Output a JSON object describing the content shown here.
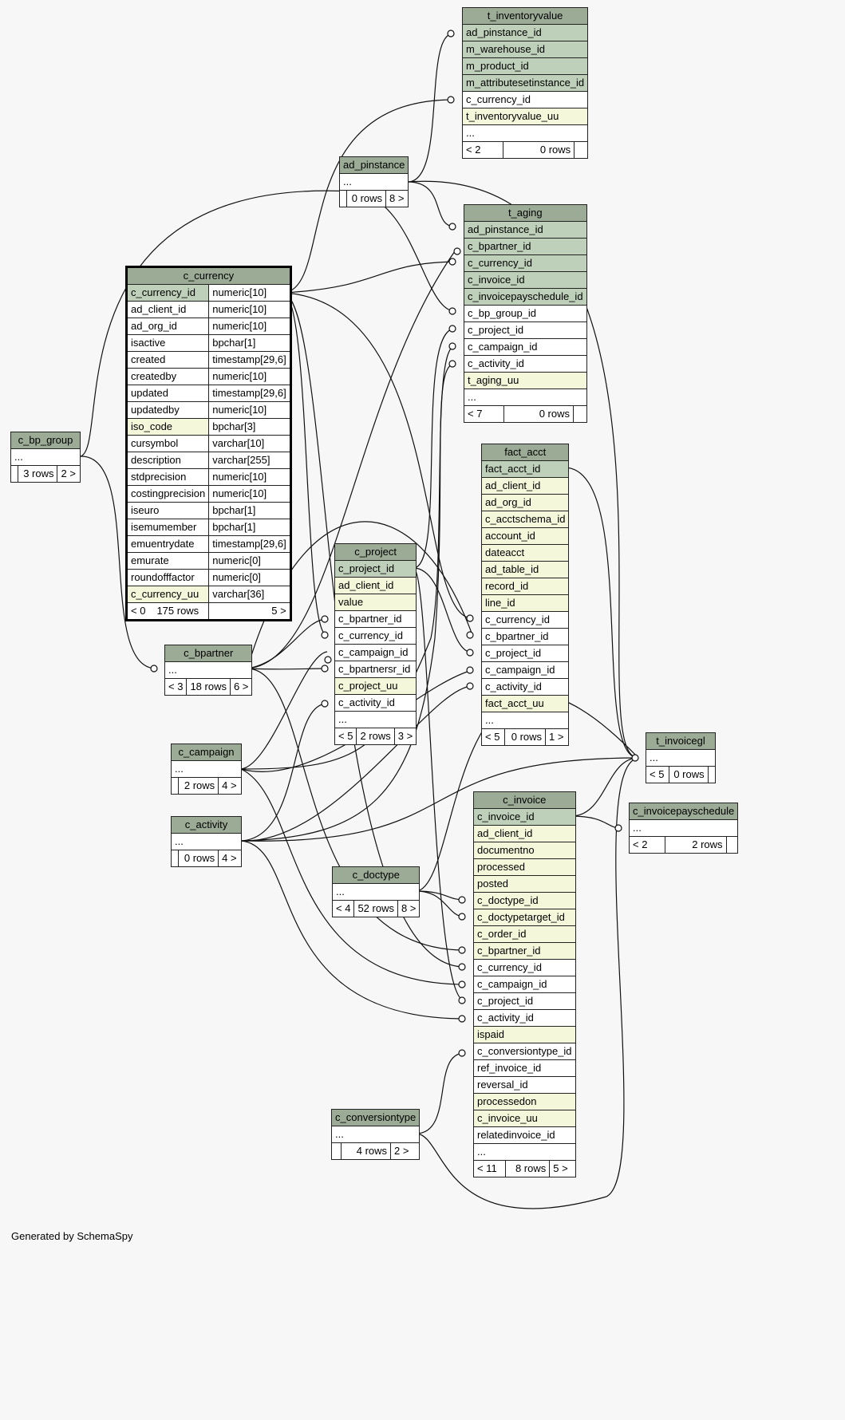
{
  "footer": "Generated by SchemaSpy",
  "colors": {
    "header": "#9bab96",
    "primary_key": "#bfd0ba",
    "indexed": "#f4f7da",
    "background": "#f7f7f7"
  },
  "tables": [
    {
      "id": "t_inventoryvalue",
      "name": "t_inventoryvalue",
      "columns": [
        [
          "ad_pinstance_id",
          "pk"
        ],
        [
          "m_warehouse_id",
          "pk"
        ],
        [
          "m_product_id",
          "pk"
        ],
        [
          "m_attributesetinstance_id",
          "pk"
        ],
        [
          "c_currency_id",
          ""
        ],
        [
          "t_inventoryvalue_uu",
          "idx"
        ],
        [
          "...",
          ""
        ]
      ],
      "footer": [
        "< 2",
        "0 rows",
        ""
      ]
    },
    {
      "id": "ad_pinstance",
      "name": "ad_pinstance",
      "columns": [
        [
          "...",
          ""
        ]
      ],
      "footer": [
        "",
        "0 rows",
        "8 >"
      ]
    },
    {
      "id": "t_aging",
      "name": "t_aging",
      "columns": [
        [
          "ad_pinstance_id",
          "pk"
        ],
        [
          "c_bpartner_id",
          "pk"
        ],
        [
          "c_currency_id",
          "pk"
        ],
        [
          "c_invoice_id",
          "pk"
        ],
        [
          "c_invoicepayschedule_id",
          "pk"
        ],
        [
          "c_bp_group_id",
          ""
        ],
        [
          "c_project_id",
          ""
        ],
        [
          "c_campaign_id",
          ""
        ],
        [
          "c_activity_id",
          ""
        ],
        [
          "t_aging_uu",
          "idx"
        ],
        [
          "...",
          ""
        ]
      ],
      "footer": [
        "< 7",
        "0 rows",
        ""
      ]
    },
    {
      "id": "c_currency",
      "name": "c_currency",
      "columns": [
        [
          "c_currency_id",
          "pk",
          "numeric[10]"
        ],
        [
          "ad_client_id",
          "",
          "numeric[10]"
        ],
        [
          "ad_org_id",
          "",
          "numeric[10]"
        ],
        [
          "isactive",
          "",
          "bpchar[1]"
        ],
        [
          "created",
          "",
          "timestamp[29,6]"
        ],
        [
          "createdby",
          "",
          "numeric[10]"
        ],
        [
          "updated",
          "",
          "timestamp[29,6]"
        ],
        [
          "updatedby",
          "",
          "numeric[10]"
        ],
        [
          "iso_code",
          "idx",
          "bpchar[3]"
        ],
        [
          "cursymbol",
          "",
          "varchar[10]"
        ],
        [
          "description",
          "",
          "varchar[255]"
        ],
        [
          "stdprecision",
          "",
          "numeric[10]"
        ],
        [
          "costingprecision",
          "",
          "numeric[10]"
        ],
        [
          "iseuro",
          "",
          "bpchar[1]"
        ],
        [
          "isemumember",
          "",
          "bpchar[1]"
        ],
        [
          "emuentrydate",
          "",
          "timestamp[29,6]"
        ],
        [
          "emurate",
          "",
          "numeric[0]"
        ],
        [
          "roundofffactor",
          "",
          "numeric[0]"
        ],
        [
          "c_currency_uu",
          "idx",
          "varchar[36]"
        ]
      ],
      "footer": [
        "< 0",
        "175 rows",
        "5 >"
      ]
    },
    {
      "id": "c_bp_group",
      "name": "c_bp_group",
      "columns": [
        [
          "...",
          ""
        ]
      ],
      "footer": [
        "",
        "3 rows",
        "2 >"
      ]
    },
    {
      "id": "fact_acct",
      "name": "fact_acct",
      "columns": [
        [
          "fact_acct_id",
          "pk"
        ],
        [
          "ad_client_id",
          "idx"
        ],
        [
          "ad_org_id",
          "idx"
        ],
        [
          "c_acctschema_id",
          "idx"
        ],
        [
          "account_id",
          "idx"
        ],
        [
          "dateacct",
          "idx"
        ],
        [
          "ad_table_id",
          "idx"
        ],
        [
          "record_id",
          "idx"
        ],
        [
          "line_id",
          "idx"
        ],
        [
          "c_currency_id",
          ""
        ],
        [
          "c_bpartner_id",
          ""
        ],
        [
          "c_project_id",
          ""
        ],
        [
          "c_campaign_id",
          ""
        ],
        [
          "c_activity_id",
          ""
        ],
        [
          "fact_acct_uu",
          "idx"
        ],
        [
          "...",
          ""
        ]
      ],
      "footer": [
        "< 5",
        "0 rows",
        "1 >"
      ]
    },
    {
      "id": "c_project",
      "name": "c_project",
      "columns": [
        [
          "c_project_id",
          "pk"
        ],
        [
          "ad_client_id",
          "idx"
        ],
        [
          "value",
          "idx"
        ],
        [
          "c_bpartner_id",
          ""
        ],
        [
          "c_currency_id",
          ""
        ],
        [
          "c_campaign_id",
          ""
        ],
        [
          "c_bpartnersr_id",
          ""
        ],
        [
          "c_project_uu",
          "idx"
        ],
        [
          "c_activity_id",
          ""
        ],
        [
          "...",
          ""
        ]
      ],
      "footer": [
        "< 5",
        "2 rows",
        "3 >"
      ]
    },
    {
      "id": "c_bpartner",
      "name": "c_bpartner",
      "columns": [
        [
          "...",
          ""
        ]
      ],
      "footer": [
        "< 3",
        "18 rows",
        "6 >"
      ]
    },
    {
      "id": "c_campaign",
      "name": "c_campaign",
      "columns": [
        [
          "...",
          ""
        ]
      ],
      "footer": [
        "",
        "2 rows",
        "4 >"
      ]
    },
    {
      "id": "t_invoicegl",
      "name": "t_invoicegl",
      "columns": [
        [
          "...",
          ""
        ]
      ],
      "footer": [
        "< 5",
        "0 rows",
        ""
      ]
    },
    {
      "id": "c_invoice",
      "name": "c_invoice",
      "columns": [
        [
          "c_invoice_id",
          "pk"
        ],
        [
          "ad_client_id",
          "idx"
        ],
        [
          "documentno",
          "idx"
        ],
        [
          "processed",
          "idx"
        ],
        [
          "posted",
          "idx"
        ],
        [
          "c_doctype_id",
          "idx"
        ],
        [
          "c_doctypetarget_id",
          "idx"
        ],
        [
          "c_order_id",
          "idx"
        ],
        [
          "c_bpartner_id",
          "idx"
        ],
        [
          "c_currency_id",
          ""
        ],
        [
          "c_campaign_id",
          ""
        ],
        [
          "c_project_id",
          ""
        ],
        [
          "c_activity_id",
          ""
        ],
        [
          "ispaid",
          "idx"
        ],
        [
          "c_conversiontype_id",
          ""
        ],
        [
          "ref_invoice_id",
          ""
        ],
        [
          "reversal_id",
          ""
        ],
        [
          "processedon",
          "idx"
        ],
        [
          "c_invoice_uu",
          "idx"
        ],
        [
          "relatedinvoice_id",
          ""
        ],
        [
          "...",
          ""
        ]
      ],
      "footer": [
        "< 11",
        "8 rows",
        "5 >"
      ]
    },
    {
      "id": "c_invoicepayschedule",
      "name": "c_invoicepayschedule",
      "columns": [
        [
          "...",
          ""
        ]
      ],
      "footer": [
        "< 2",
        "2 rows",
        ""
      ]
    },
    {
      "id": "c_activity",
      "name": "c_activity",
      "columns": [
        [
          "...",
          ""
        ]
      ],
      "footer": [
        "",
        "0 rows",
        "4 >"
      ]
    },
    {
      "id": "c_doctype",
      "name": "c_doctype",
      "columns": [
        [
          "...",
          ""
        ]
      ],
      "footer": [
        "< 4",
        "52 rows",
        "8 >"
      ]
    },
    {
      "id": "c_conversiontype",
      "name": "c_conversiontype",
      "columns": [
        [
          "...",
          ""
        ]
      ],
      "footer": [
        "",
        "4 rows",
        "2 >"
      ]
    }
  ]
}
